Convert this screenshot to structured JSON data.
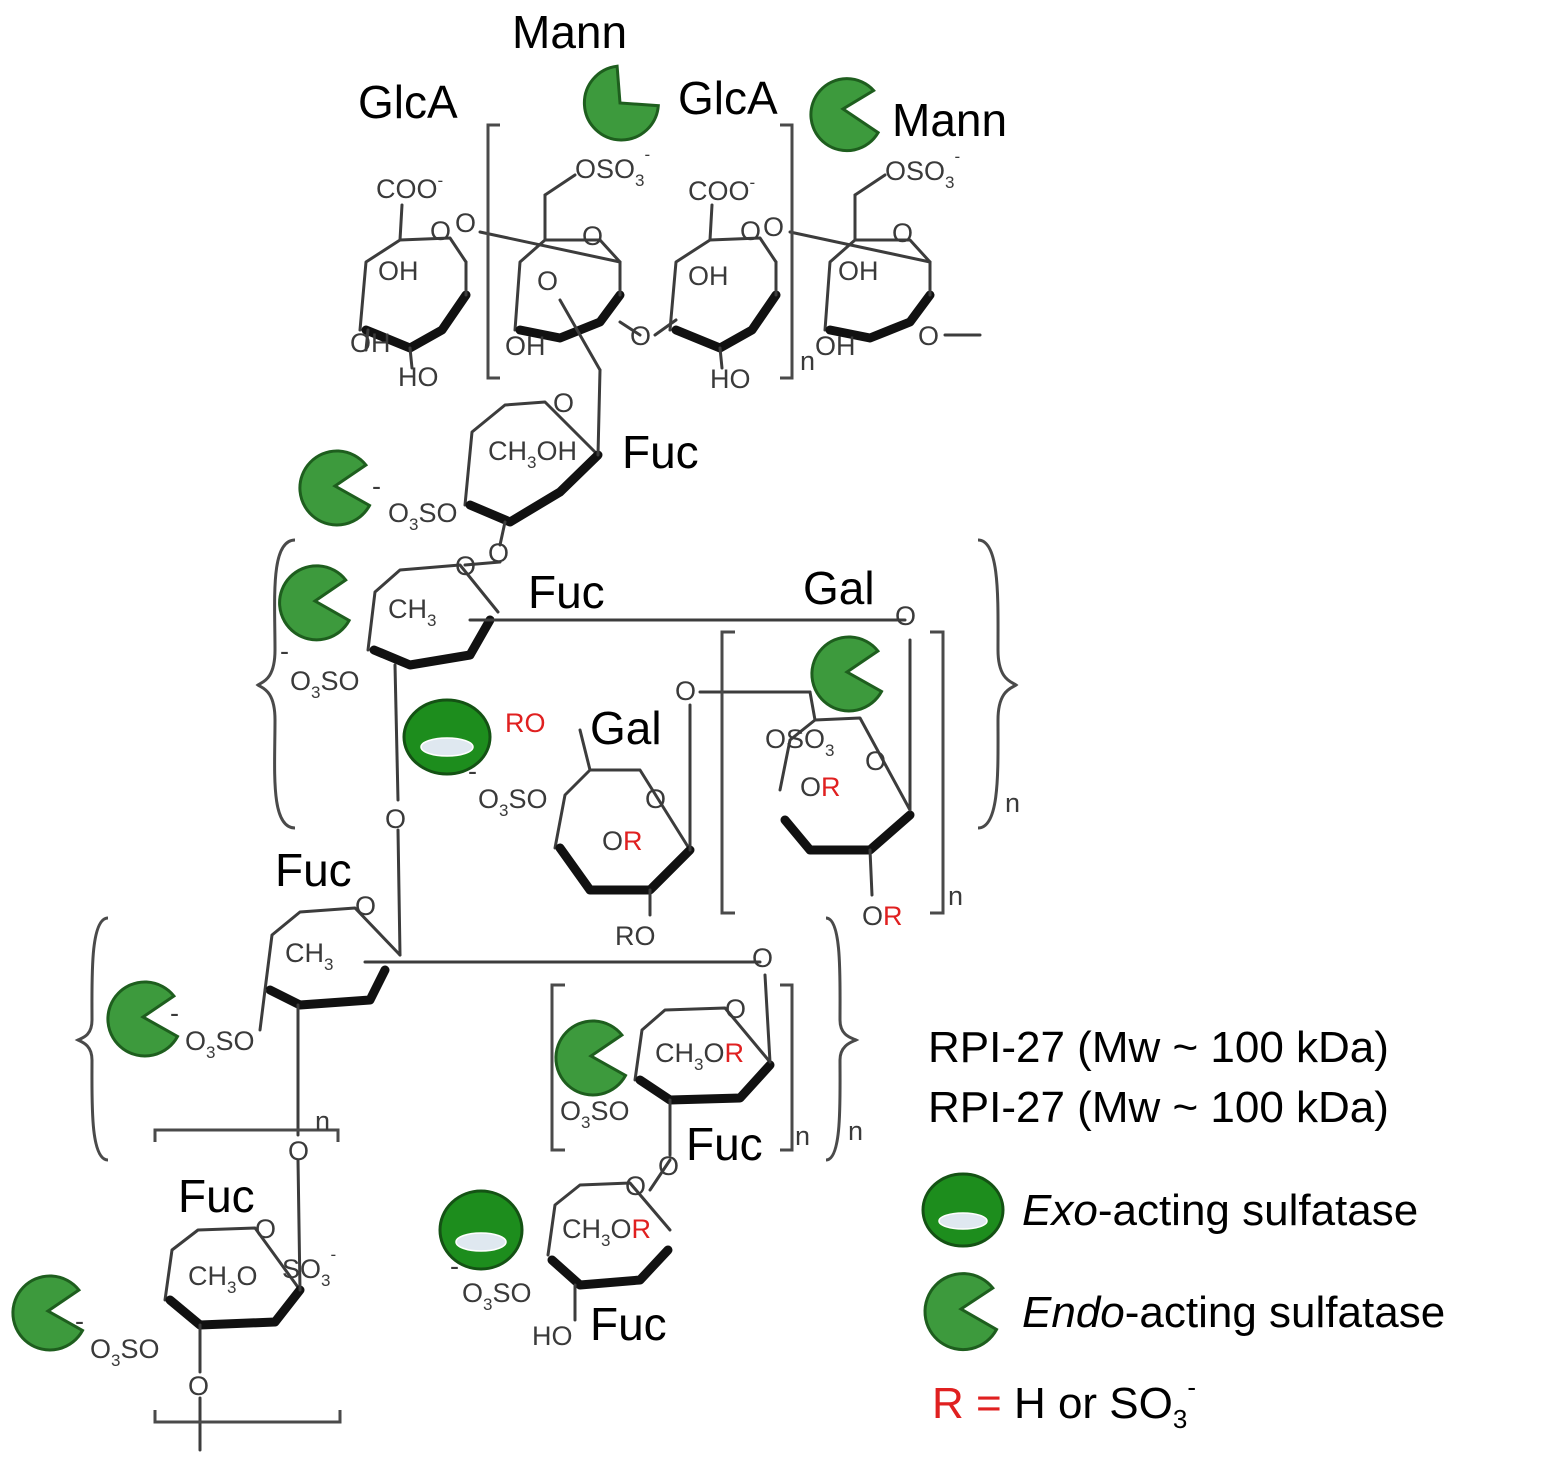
{
  "labels": {
    "glca": "GlcA",
    "mann": "Mann",
    "fuc": "Fuc",
    "gal": "Gal",
    "n": "n"
  },
  "chem": {
    "coo": "COO",
    "oso3": "OSO",
    "o3so": "O",
    "o3so_tail": "SO",
    "oh": "OH",
    "ho": "HO",
    "ch3": "CH",
    "ro": "RO",
    "or_o": "O",
    "r": "R",
    "o": "O",
    "minus": "-",
    "sub3": "3"
  },
  "legend": {
    "product_line1": "RPI-27 (Mw ~ 100 kDa)",
    "product_line2": "RPI-27 (Mw ~ 100 kDa)",
    "exo_prefix": "Exo",
    "exo_suffix": "-acting sulfatase",
    "endo_prefix": "Endo",
    "endo_suffix": "-acting sulfatase",
    "r_symbol": "R",
    "r_equals": " = ",
    "r_definition": "H or SO",
    "r_sub": "3",
    "r_sup": "-"
  },
  "colors": {
    "endo_fill": "#3d9a3d",
    "exo_fill": "#1d8d1d",
    "r_text": "#e02020"
  }
}
